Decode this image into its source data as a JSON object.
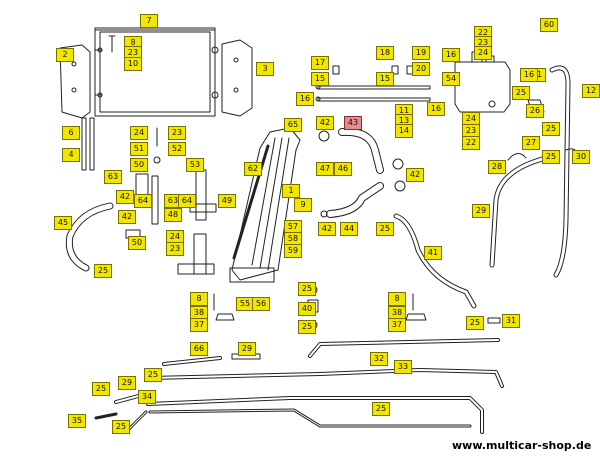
{
  "site_url": "www.multicar-shop.de",
  "highlight_color": "#e58b8b",
  "label_color": "#f2e600",
  "parts": [
    {
      "label": "7",
      "active": false
    },
    {
      "label": "8",
      "active": false
    },
    {
      "label": "23",
      "active": false
    },
    {
      "label": "10",
      "active": false
    },
    {
      "label": "2",
      "active": false
    },
    {
      "label": "3",
      "active": false
    },
    {
      "label": "60",
      "active": false
    },
    {
      "label": "22",
      "active": false
    },
    {
      "label": "23",
      "active": false
    },
    {
      "label": "24",
      "active": false
    },
    {
      "label": "17",
      "active": false
    },
    {
      "label": "15",
      "active": false
    },
    {
      "label": "18",
      "active": false
    },
    {
      "label": "15",
      "active": false
    },
    {
      "label": "19",
      "active": false
    },
    {
      "label": "20",
      "active": false
    },
    {
      "label": "16",
      "active": false
    },
    {
      "label": "54",
      "active": false
    },
    {
      "label": "16",
      "active": false
    },
    {
      "label": "21",
      "active": false
    },
    {
      "label": "12",
      "active": false
    },
    {
      "label": "16",
      "active": false
    },
    {
      "label": "16",
      "active": false
    },
    {
      "label": "11",
      "active": false
    },
    {
      "label": "13",
      "active": false
    },
    {
      "label": "14",
      "active": false
    },
    {
      "label": "25",
      "active": false
    },
    {
      "label": "26",
      "active": false
    },
    {
      "label": "6",
      "active": false
    },
    {
      "label": "4",
      "active": false
    },
    {
      "label": "24",
      "active": false
    },
    {
      "label": "23",
      "active": false
    },
    {
      "label": "51",
      "active": false
    },
    {
      "label": "52",
      "active": false
    },
    {
      "label": "65",
      "active": false
    },
    {
      "label": "42",
      "active": false
    },
    {
      "label": "43",
      "active": true
    },
    {
      "label": "24",
      "active": false
    },
    {
      "label": "23",
      "active": false
    },
    {
      "label": "22",
      "active": false
    },
    {
      "label": "25",
      "active": false
    },
    {
      "label": "27",
      "active": false
    },
    {
      "label": "25",
      "active": false
    },
    {
      "label": "30",
      "active": false
    },
    {
      "label": "28",
      "active": false
    },
    {
      "label": "50",
      "active": false
    },
    {
      "label": "53",
      "active": false
    },
    {
      "label": "47",
      "active": false
    },
    {
      "label": "46",
      "active": false
    },
    {
      "label": "62",
      "active": false
    },
    {
      "label": "42",
      "active": false
    },
    {
      "label": "63",
      "active": false
    },
    {
      "label": "64",
      "active": false
    },
    {
      "label": "63",
      "active": false
    },
    {
      "label": "64",
      "active": false
    },
    {
      "label": "1",
      "active": false
    },
    {
      "label": "42",
      "active": false
    },
    {
      "label": "49",
      "active": false
    },
    {
      "label": "48",
      "active": false
    },
    {
      "label": "9",
      "active": false
    },
    {
      "label": "29",
      "active": false
    },
    {
      "label": "45",
      "active": false
    },
    {
      "label": "24",
      "active": false
    },
    {
      "label": "50",
      "active": false
    },
    {
      "label": "23",
      "active": false
    },
    {
      "label": "42",
      "active": false
    },
    {
      "label": "44",
      "active": false
    },
    {
      "label": "25",
      "active": false
    },
    {
      "label": "57",
      "active": false
    },
    {
      "label": "58",
      "active": false
    },
    {
      "label": "59",
      "active": false
    },
    {
      "label": "41",
      "active": false
    },
    {
      "label": "42",
      "active": false
    },
    {
      "label": "25",
      "active": false
    },
    {
      "label": "8",
      "active": false
    },
    {
      "label": "55",
      "active": false
    },
    {
      "label": "56",
      "active": false
    },
    {
      "label": "25",
      "active": false
    },
    {
      "label": "40",
      "active": false
    },
    {
      "label": "25",
      "active": false
    },
    {
      "label": "8",
      "active": false
    },
    {
      "label": "38",
      "active": false
    },
    {
      "label": "37",
      "active": false
    },
    {
      "label": "38",
      "active": false
    },
    {
      "label": "37",
      "active": false
    },
    {
      "label": "25",
      "active": false
    },
    {
      "label": "31",
      "active": false
    },
    {
      "label": "66",
      "active": false
    },
    {
      "label": "29",
      "active": false
    },
    {
      "label": "32",
      "active": false
    },
    {
      "label": "33",
      "active": false
    },
    {
      "label": "25",
      "active": false
    },
    {
      "label": "29",
      "active": false
    },
    {
      "label": "25",
      "active": false
    },
    {
      "label": "34",
      "active": false
    },
    {
      "label": "25",
      "active": false
    },
    {
      "label": "35",
      "active": false
    },
    {
      "label": "25",
      "active": false
    }
  ]
}
